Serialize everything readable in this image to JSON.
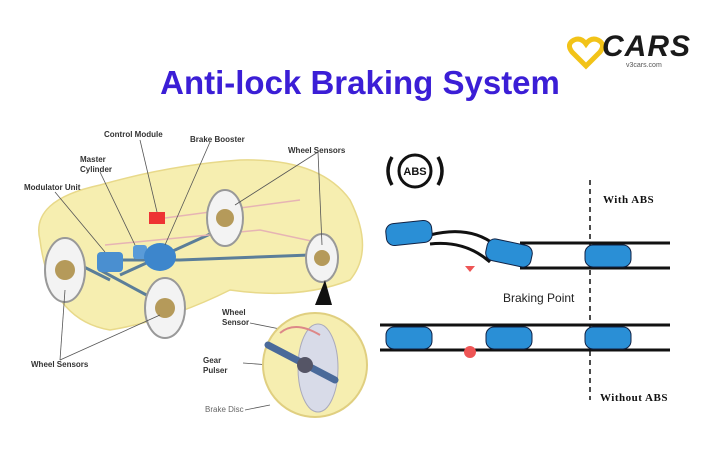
{
  "title": "Anti-lock Braking System",
  "logo": {
    "brand": "CARS",
    "sub": "v3cars.com"
  },
  "diagram": {
    "labels": {
      "control_module": "Control Module",
      "brake_booster": "Brake Booster",
      "wheel_sensors_top": "Wheel Sensors",
      "master_cylinder": "Master Cylinder",
      "modulator_unit": "Modulator Unit",
      "wheel_sensors_bottom": "Wheel Sensors",
      "wheel_sensor": "Wheel Sensor",
      "gear_pulser": "Gear Pulser",
      "brake_disc": "Brake Disc"
    }
  },
  "comparison": {
    "abs_icon_text": "ABS",
    "with_abs": "With ABS",
    "braking_point": "Braking Point",
    "without_abs": "Without ABS"
  },
  "colors": {
    "title": "#3b1ed6",
    "car_body": "#f6eeb0",
    "car_blue": "#2a8fd6"
  }
}
